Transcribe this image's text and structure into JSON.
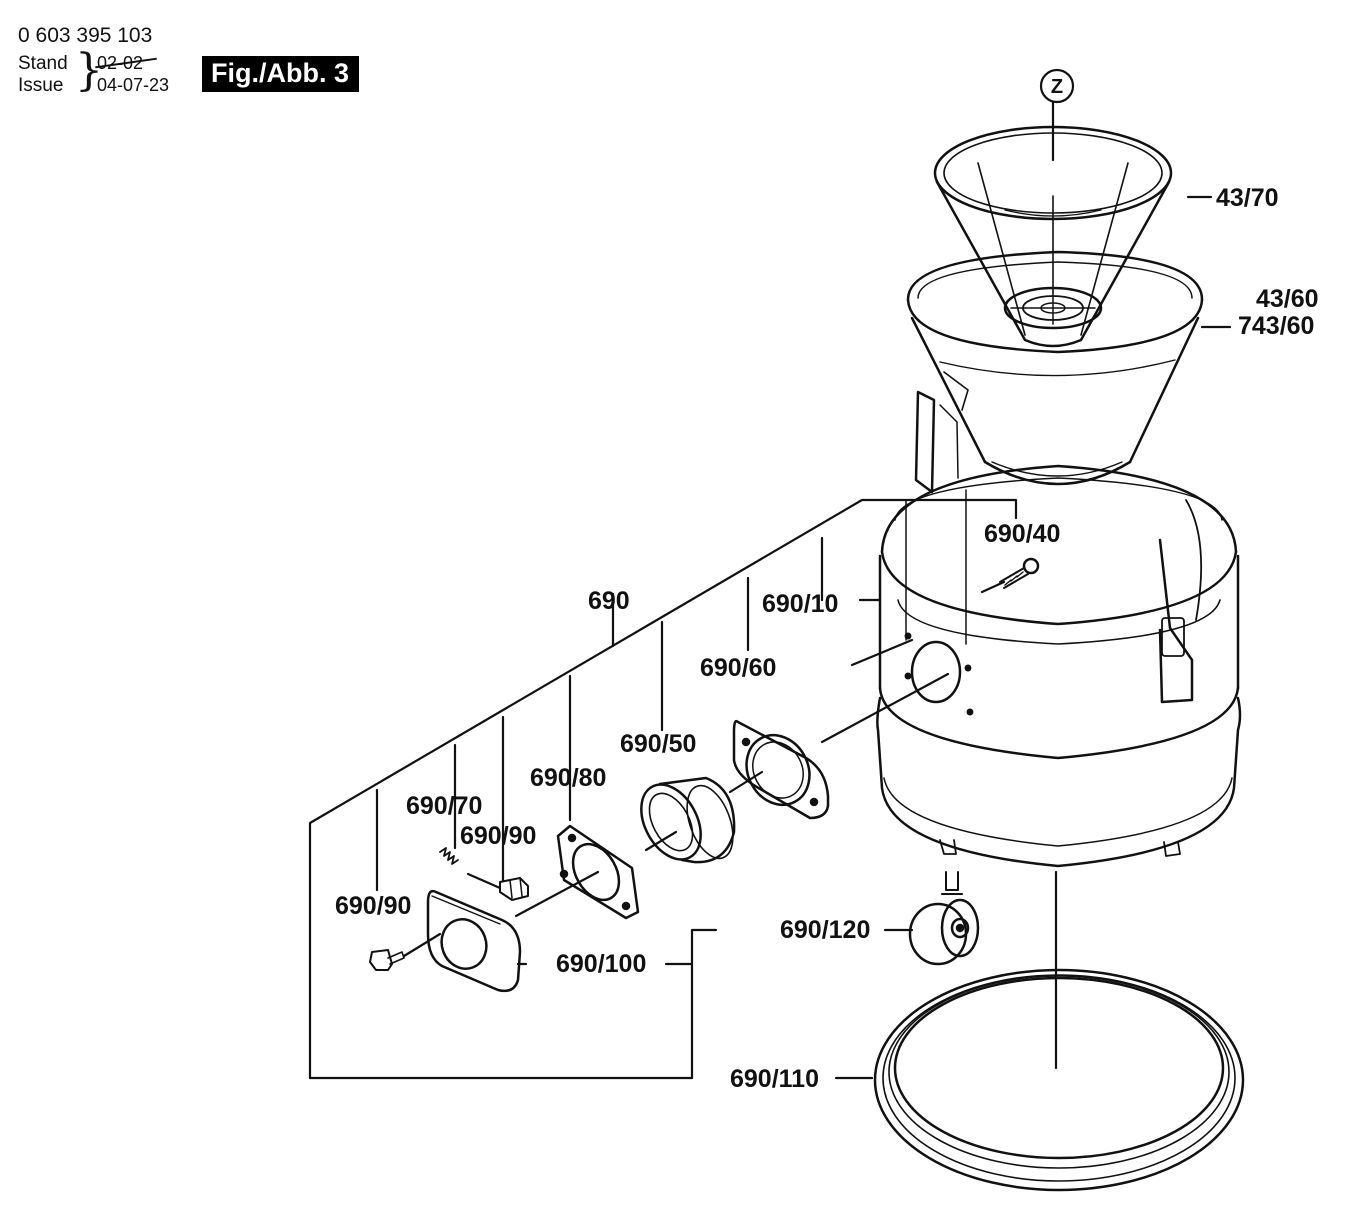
{
  "header": {
    "doc_number": "0 603 395 103",
    "stand_label": "Stand",
    "issue_label": "Issue",
    "date_superseded": "02-02",
    "date_current": "04-07-23",
    "figure_badge": "Fig./Abb. 3"
  },
  "detail_marker": "Z",
  "callouts": {
    "c43_70": "43/70",
    "c43_60": "43/60",
    "c743_60": "743/60",
    "c690": "690",
    "c690_10": "690/10",
    "c690_40": "690/40",
    "c690_60": "690/60",
    "c690_50": "690/50",
    "c690_80": "690/80",
    "c690_70": "690/70",
    "c690_90_upper": "690/90",
    "c690_90_lower": "690/90",
    "c690_100": "690/100",
    "c690_120": "690/120",
    "c690_110": "690/110"
  }
}
